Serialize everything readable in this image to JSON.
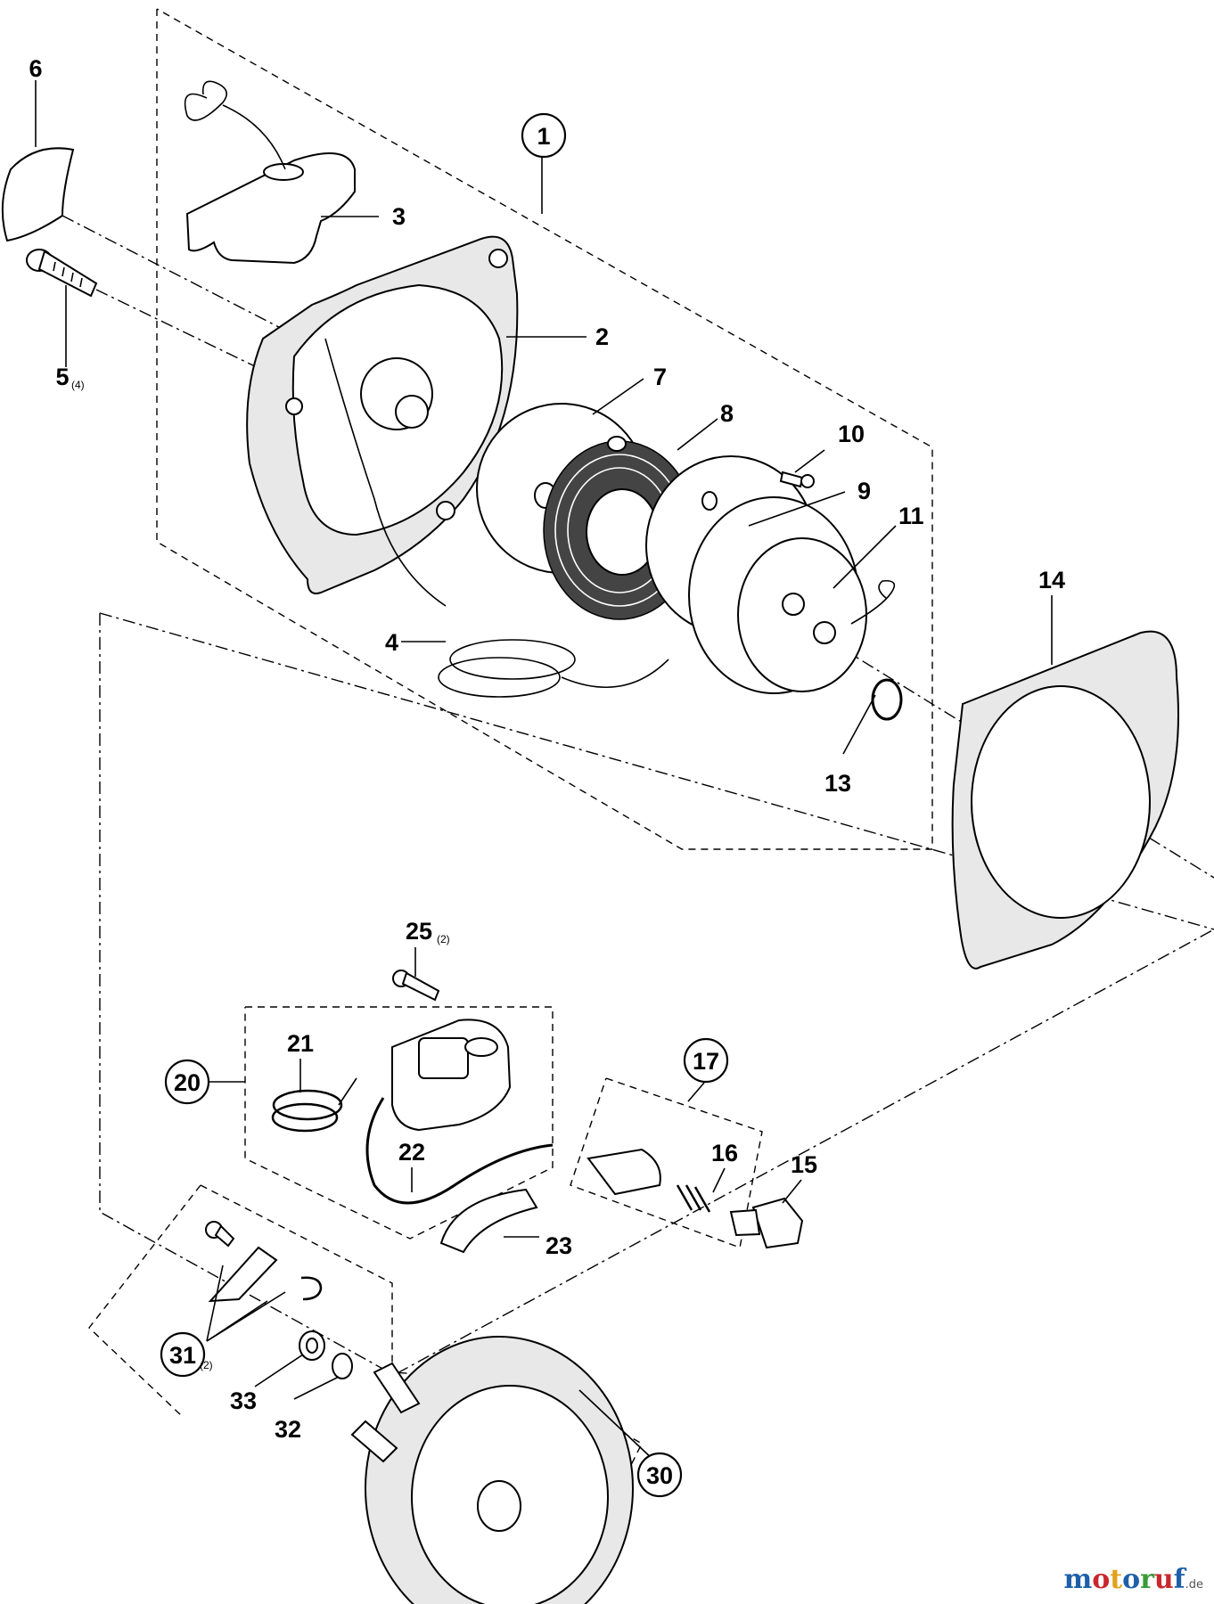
{
  "labels": {
    "l1": "1",
    "l2": "2",
    "l3": "3",
    "l4": "4",
    "l5": "5",
    "l5q": "(4)",
    "l6": "6",
    "l7": "7",
    "l8": "8",
    "l9": "9",
    "l10": "10",
    "l11": "11",
    "l13": "13",
    "l14": "14",
    "l15": "15",
    "l16": "16",
    "l17": "17",
    "l20": "20",
    "l21": "21",
    "l22": "22",
    "l23": "23",
    "l25": "25",
    "l25q": "(2)",
    "l30": "30",
    "l31": "31",
    "l31q": "(2)",
    "l32": "32",
    "l33": "33"
  },
  "watermark": {
    "letters": [
      "m",
      "o",
      "t",
      "o",
      "r",
      "u",
      "f"
    ],
    "suffix": ".de",
    "colors": [
      "#1d5fa8",
      "#c8282d",
      "#e0a21b",
      "#1d5fa8",
      "#3a9a3a",
      "#c8282d",
      "#1d5fa8"
    ]
  }
}
